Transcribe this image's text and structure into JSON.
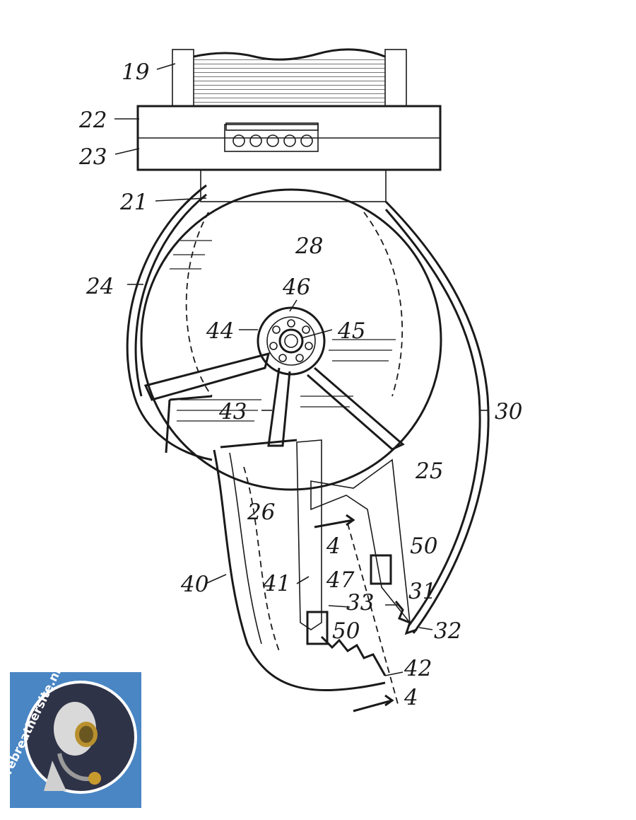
{
  "figure": {
    "labels": {
      "l19": "19",
      "l22": "22",
      "l23": "23",
      "l21": "21",
      "l28": "28",
      "l24": "24",
      "l46": "46",
      "l44": "44",
      "l45": "45",
      "l43": "43",
      "l30": "30",
      "l25": "25",
      "l26": "26",
      "l4a": "4",
      "l50a": "50",
      "l40": "40",
      "l41": "41",
      "l47": "47",
      "l33": "33",
      "l31": "31",
      "l32": "32",
      "l50b": "50",
      "l42": "42",
      "l4b": "4"
    }
  },
  "watermark": {
    "text": "http://therebreathersite.nl"
  },
  "colors": {
    "ink": "#1a1a1a",
    "paper": "#ffffff",
    "badge": "#4a86c4"
  }
}
